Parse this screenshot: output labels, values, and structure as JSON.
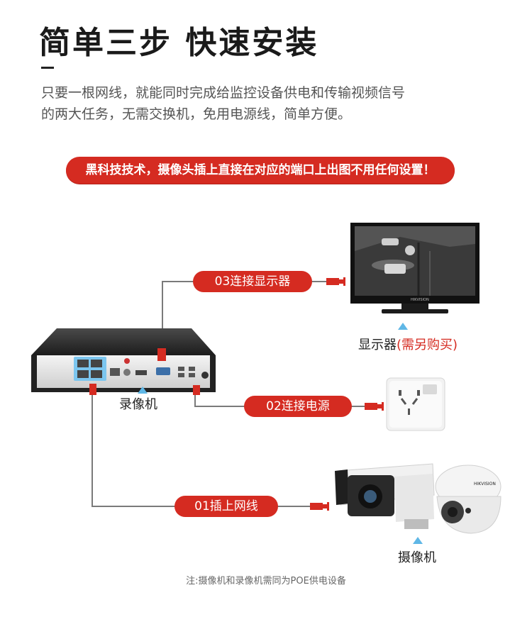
{
  "title": "简单三步 快速安装",
  "intro_lines": [
    "只要一根网线，就能同时完成给监控设备供电和传输视频信号",
    "的两大任务，无需交换机，免用电源线，简单方便。"
  ],
  "banner": "黑科技技术，摄像头插上直接在对应的端口上出图不用任何设置！",
  "steps": {
    "step3": "03连接显示器",
    "step2": "02连接电源",
    "step1": "01插上网线"
  },
  "labels": {
    "nvr": "录像机",
    "monitor": "显示器",
    "monitor_note": "(需另购买)",
    "camera": "摄像机"
  },
  "monitor_brand": "HIKVISION",
  "camera_brand": "HIKVISION",
  "footnote": "注:摄像机和录像机需同为POE供电设备",
  "colors": {
    "accent_red": "#d52b21",
    "wire_gray": "#7a7a7a",
    "pointer_blue": "#5fb7e6"
  }
}
